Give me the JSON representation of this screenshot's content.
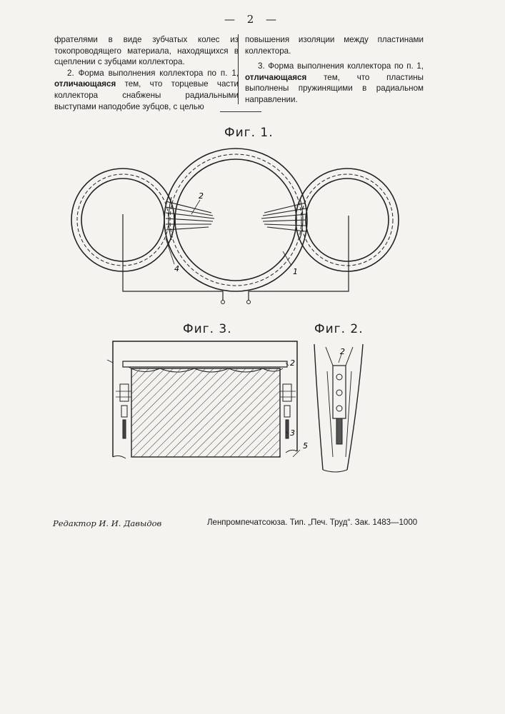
{
  "page_number": "— 2 —",
  "left_column": {
    "para1": "фрателями в виде зубчатых колес из токопроводящего материала, находящихся в сцеплении с зубцами коллектора.",
    "para2_prefix": "2. Форма выполнения коллектора по п. 1,",
    "para2_bold": "отличающаяся",
    "para2_suffix": "тем, что торцевые части коллектора снабжены радиальными выступами наподобие зубцов, с целью"
  },
  "right_column": {
    "para1": "повышения изоляции между пластинами коллектора.",
    "para2_prefix": "3. Форма выполнения коллектора по п. 1,",
    "para2_bold": "отличающаяся",
    "para2_suffix": "тем, что пластины выполнены пружинящими в радиальном направлении."
  },
  "figures": {
    "fig1_label": "Фиг. 1.",
    "fig2_label": "Фиг. 2.",
    "fig3_label": "Фиг. 3.",
    "fig1_refs": [
      "2",
      "4",
      "1"
    ],
    "fig2_refs": [
      "2"
    ],
    "fig3_refs": [
      "2",
      "3",
      "5"
    ]
  },
  "footer": {
    "editor": "Редактор И. И. Давыдов",
    "printer": "Ленпромпечатсоюза. Тип. „Печ. Труд“. Зак. 1483—1000"
  }
}
